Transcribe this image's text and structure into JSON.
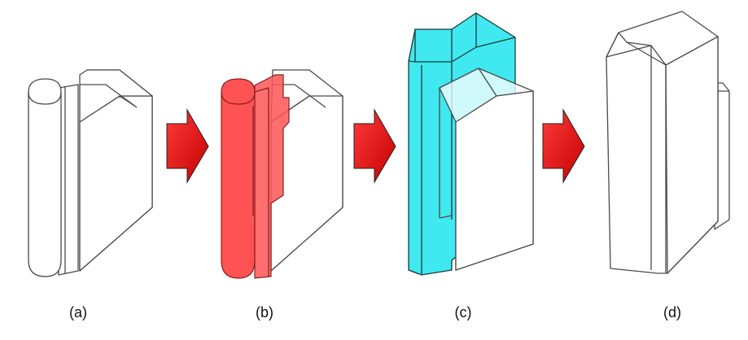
{
  "panels": [
    {
      "label": "(a)",
      "highlight": null
    },
    {
      "label": "(b)",
      "highlight": "#ff4040"
    },
    {
      "label": "(c)",
      "highlight": "#1ee4ec"
    },
    {
      "label": "(d)",
      "highlight": null
    }
  ],
  "arrow_color": "#ee1111"
}
